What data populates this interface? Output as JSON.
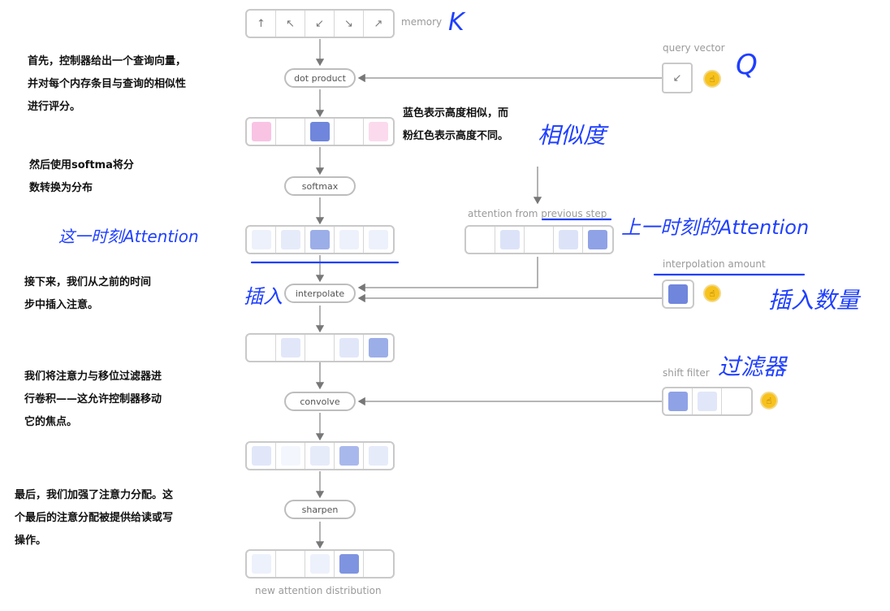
{
  "memory": {
    "label": "memory",
    "cells": [
      {
        "icon": "arrow-up-icon",
        "glyph": "↑"
      },
      {
        "icon": "arrow-up-left-icon",
        "glyph": "↖"
      },
      {
        "icon": "arrow-down-left-icon",
        "glyph": "↙"
      },
      {
        "icon": "arrow-down-right-icon",
        "glyph": "↘"
      },
      {
        "icon": "arrow-up-right-icon",
        "glyph": "↗"
      }
    ],
    "handwritten_label": "K"
  },
  "steps": {
    "dot_product": "dot product",
    "softmax": "softmax",
    "interpolate": "interpolate",
    "convolve": "convolve",
    "sharpen": "sharpen",
    "output_label": "new attention distribution"
  },
  "inputs": {
    "query_vector": {
      "label": "query vector",
      "handwritten": "Q",
      "glyph": "↙"
    },
    "previous_step": {
      "label": "attention from previous step",
      "handwritten": "上一时刻的Attention"
    },
    "interpolation_amount": {
      "label": "interpolation amount",
      "handwritten": "插入数量"
    },
    "shift_filter": {
      "label": "shift filter",
      "handwritten": "过滤器"
    }
  },
  "colors": {
    "pink": "#f9c3e4",
    "pink_light": "#fcdaee",
    "blue_strong": "#6f86dc",
    "blue_mid": "#9caee8",
    "blue_light": "#dce3f8",
    "blue_pale": "#edf1fb",
    "handwriting": "#1f3fff"
  },
  "strips": {
    "scores": [
      "#f9c3e4",
      "",
      "#6f86dc",
      "",
      "#fcdaee"
    ],
    "softmax": [
      "#edf1fb",
      "#e6ebfa",
      "#9caee8",
      "#edf1fb",
      "#edf1fb"
    ],
    "previous": [
      "",
      "#dce3f8",
      "",
      "#dce3f8",
      "#8fa2e6"
    ],
    "interpolated": [
      "",
      "#e1e7f9",
      "",
      "#e1e7f9",
      "#9caee8"
    ],
    "convolved": [
      "#e1e7f9",
      "#f4f6fd",
      "#e6ebfa",
      "#a9b8ec",
      "#e6ebfa"
    ],
    "sharpened": [
      "#edf1fb",
      "",
      "#edf1fb",
      "#7f94e0",
      ""
    ],
    "interp_amount": [
      "#6f86dc"
    ],
    "shift_filter": [
      "#8fa2e6",
      "#e1e7f9",
      ""
    ]
  },
  "notes": {
    "n1": [
      "首先，控制器给出一个查询向量，",
      "并对每个内存条目与查询的相似性",
      "进行评分。"
    ],
    "n2": [
      "蓝色表示高度相似，而",
      "粉红色表示高度不同。"
    ],
    "n2_hand": "相似度",
    "n3": [
      "然后使用softma将分",
      "数转换为分布"
    ],
    "n3_hand": "这一时刻Attention",
    "n4": [
      "接下来，我们从之前的时间",
      "步中插入注意。"
    ],
    "n4_hand": "插入",
    "n5": [
      "我们将注意力与移位过滤器进",
      "行卷积——这允许控制器移动",
      "它的焦点。"
    ],
    "n6": [
      "最后，我们加强了注意力分配。这",
      "个最后的注意分配被提供给读或写",
      "操作。"
    ]
  }
}
